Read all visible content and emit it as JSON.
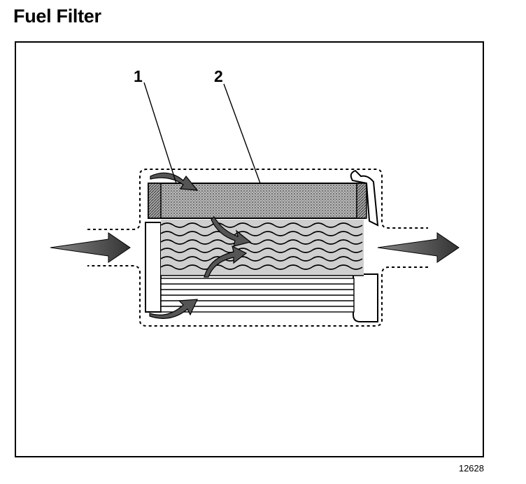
{
  "page": {
    "title": "Fuel Filter",
    "figure_number": "12628"
  },
  "diagram": {
    "callouts": [
      {
        "label": "1"
      },
      {
        "label": "2"
      }
    ],
    "colors": {
      "line": "#000000",
      "element_fill": "#9a9a9a",
      "flow_arrow": "#4a4a4a",
      "background": "#ffffff"
    }
  }
}
